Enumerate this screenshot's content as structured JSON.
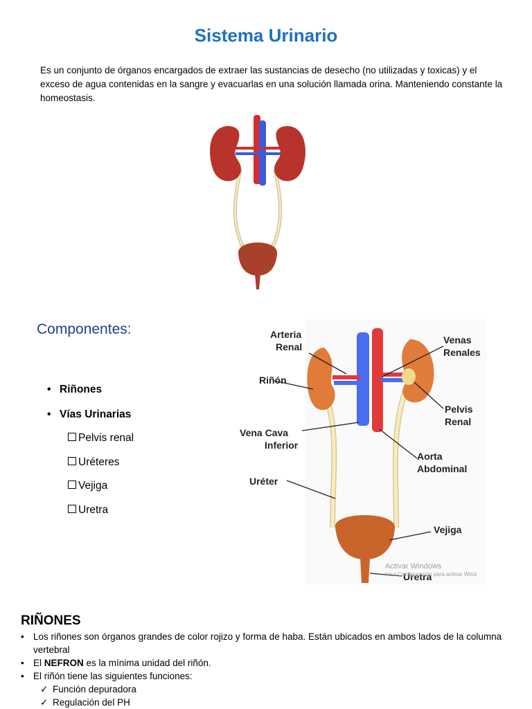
{
  "title": "Sistema Urinario",
  "intro": "Es un conjunto de órganos encargados de extraer las sustancias de desecho  (no utilizadas y toxicas) y el exceso de agua contenidas en la sangre y evacuarlas en una solución llamada orina. Manteniendo constante la homeostasis.",
  "components": {
    "heading": "Componentes:",
    "items": [
      "Riñones",
      "Vías Urinarias"
    ],
    "sub_items": [
      "Pelvis renal",
      "Uréteres",
      "Vejiga",
      "Uretra"
    ]
  },
  "diagram_labels": {
    "arteria_renal_1": "Arteria",
    "arteria_renal_2": "Renal",
    "venas_renales_1": "Venas",
    "venas_renales_2": "Renales",
    "rinon": "Riñón",
    "pelvis_renal_1": "Pelvis",
    "pelvis_renal_2": "Renal",
    "vena_cava_1": "Vena Cava",
    "vena_cava_2": "Inferior",
    "aorta_1": "Aorta",
    "aorta_2": "Abdominal",
    "ureter": "Uréter",
    "vejiga": "Vejiga",
    "uretra": "Uretra",
    "watermark": "Activar Windows",
    "watermark_sub": "Ve a Configuración para activar Wind"
  },
  "rinones": {
    "heading": "RIÑONES",
    "fact1": "Los riñones son órganos grandes de color rojizo y forma de haba. Están ubicados en ambos lados de la columna vertebral",
    "fact2_prefix": "El ",
    "fact2_bold": "NEFRON",
    "fact2_suffix": " es la mínima unidad del riñón.",
    "fact3": "El riñón tiene las siguientes funciones:",
    "functions": [
      "Función depuradora",
      "Regulación del PH"
    ]
  },
  "colors": {
    "title": "#2170c0",
    "heading_blue": "#1f3f8f",
    "kidney": "#c0392b",
    "kidney_orange": "#e07b3a",
    "artery": "#e03030",
    "vein": "#4060e0",
    "ureter": "#f1e3a8",
    "bladder": "#c9652a"
  },
  "icons": {
    "bullet": "•",
    "sub_bullet": "checkbox-outline",
    "check": "✓"
  }
}
